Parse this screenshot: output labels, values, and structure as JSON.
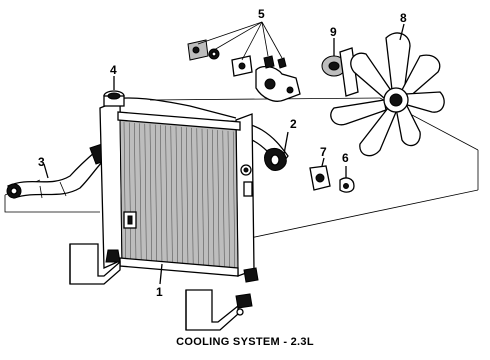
{
  "caption": "COOLING SYSTEM - 2.3L",
  "callouts": {
    "c1": "1",
    "c2": "2",
    "c3": "3",
    "c4": "4",
    "c5": "5",
    "c6": "6",
    "c7": "7",
    "c8": "8",
    "c9": "9"
  }
}
